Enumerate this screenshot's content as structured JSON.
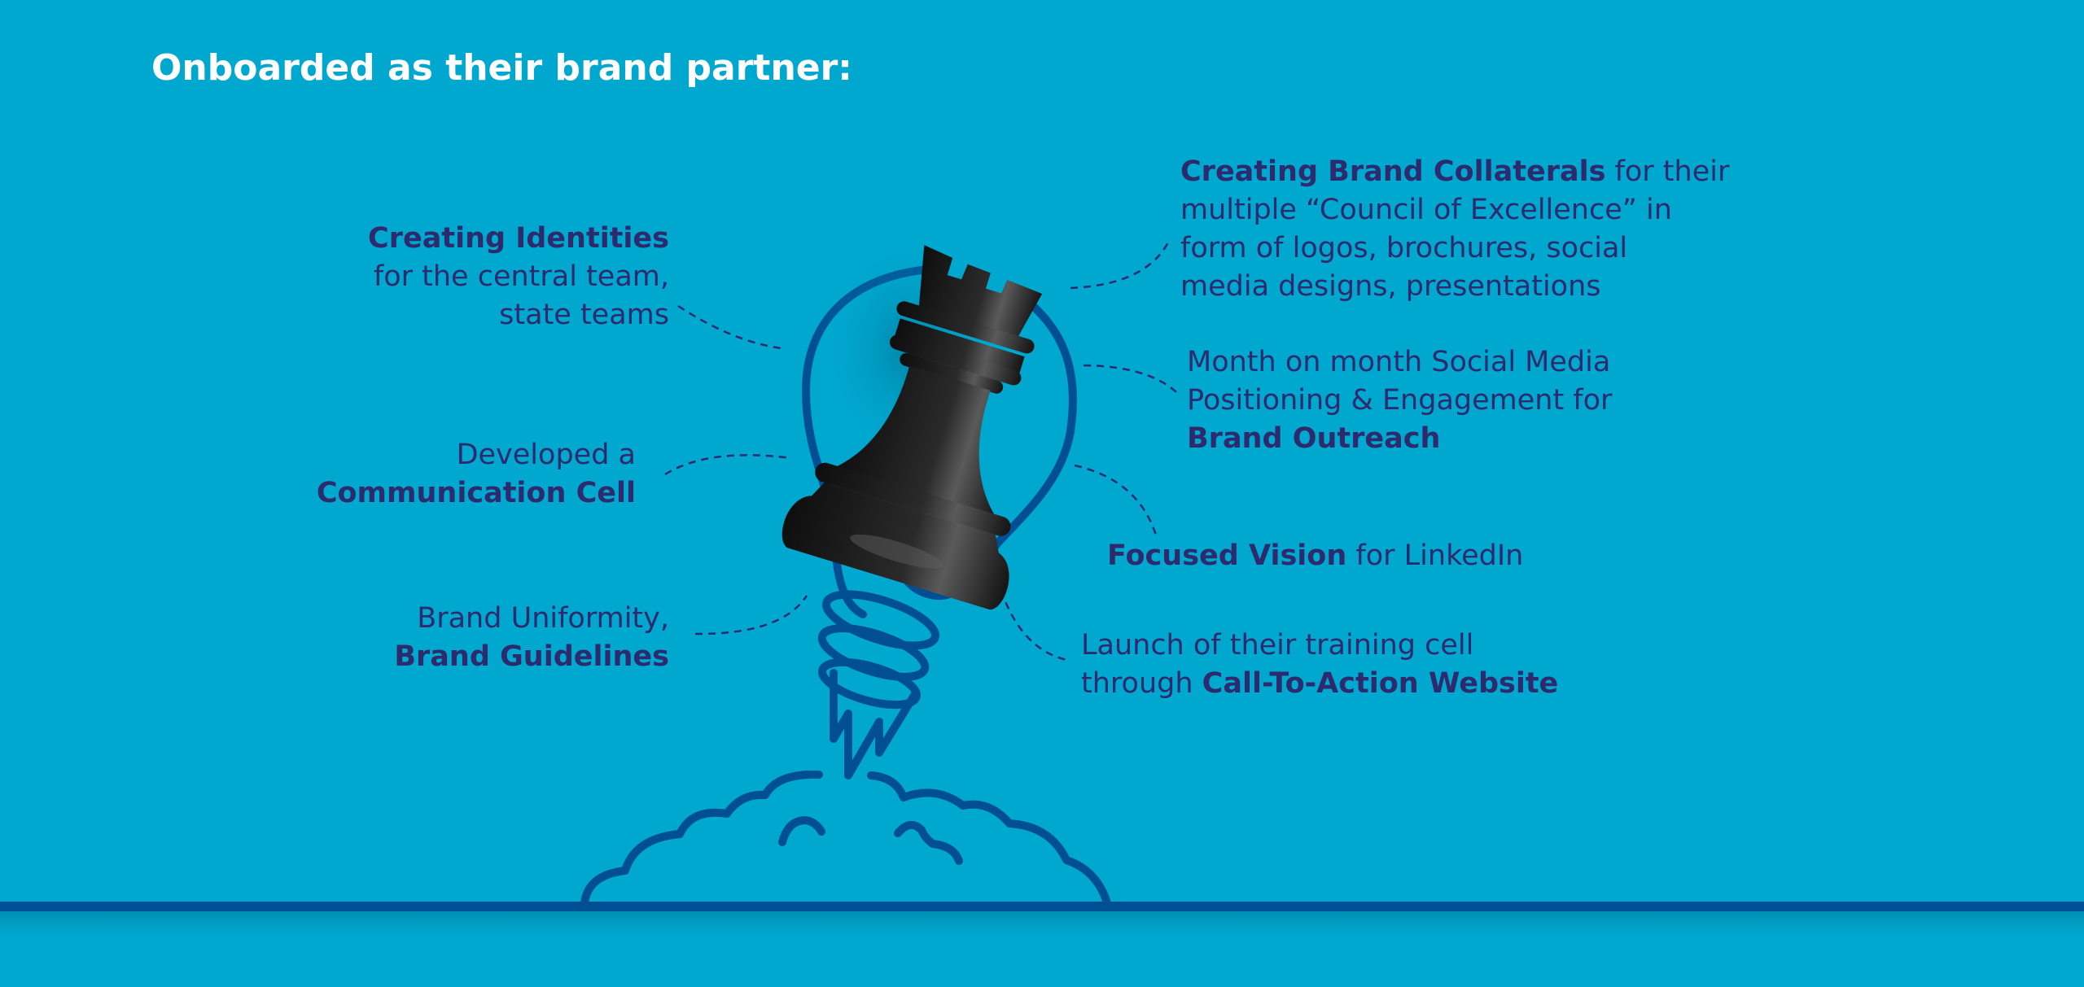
{
  "title": "Onboarded as their brand partner:",
  "colors": {
    "background": "#00a8d0",
    "line": "#004f94",
    "text": "#2d2a6e",
    "title": "#ffffff"
  },
  "left": {
    "identities": {
      "bold": "Creating Identities",
      "line2": "for the central team,",
      "line3": "state teams"
    },
    "communication": {
      "line1": "Developed a",
      "bold": "Communication Cell"
    },
    "uniformity": {
      "line1": "Brand Uniformity,",
      "bold": "Brand Guidelines"
    }
  },
  "right": {
    "collaterals": {
      "bold": "Creating Brand Collaterals",
      "line1_rest": " for their",
      "line2": "multiple “Council of Excellence” in",
      "line3": "form of logos, brochures, social",
      "line4": "media designs, presentations"
    },
    "social": {
      "line1": "Month on month Social Media",
      "line2": "Positioning & Engagement for",
      "bold": "Brand Outreach"
    },
    "vision": {
      "bold": "Focused Vision",
      "rest": " for LinkedIn"
    },
    "launch": {
      "line1": "Launch of their training cell",
      "line2_pre": "through ",
      "bold": "Call-To-Action Website"
    }
  },
  "icons": [
    "chess-rook-icon",
    "lightbulb-outline-icon",
    "rocket-flame-icon",
    "smoke-cloud-icon"
  ]
}
